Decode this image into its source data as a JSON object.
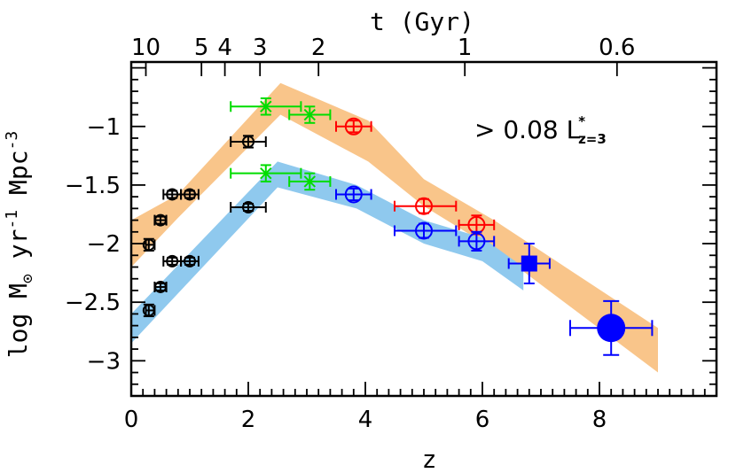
{
  "chart_data": {
    "type": "scatter",
    "xlabel": "z",
    "ylabel": "log M",
    "ylabel_parts": {
      "sym": "⊙",
      "a": " yr",
      "b": "-1",
      "c": " Mpc",
      "d": "-3"
    },
    "top_axis_title": "t (Gyr)",
    "xlim": [
      0,
      10
    ],
    "ylim": [
      -3.3,
      -0.45
    ],
    "x_ticks": [
      "0",
      "2",
      "4",
      "6",
      "8"
    ],
    "y_ticks": [
      "-1",
      "-1.5",
      "-2",
      "-2.5",
      "-3"
    ],
    "top_ticks": [
      {
        "label": "10",
        "z": 0.25
      },
      {
        "label": "5",
        "z": 1.2
      },
      {
        "label": "4",
        "z": 1.6
      },
      {
        "label": "3",
        "z": 2.2
      },
      {
        "label": "2",
        "z": 3.2
      },
      {
        "label": "1",
        "z": 5.7
      },
      {
        "label": "0.6",
        "z": 8.3
      }
    ],
    "annotation": {
      "prefix": "> 0.08 L",
      "sup": "*",
      "sub": "z=3"
    },
    "colors": {
      "orange_band": "#f9c58a",
      "blue_band": "#8fc9ee",
      "green": "#00dd00",
      "red": "#ff0000",
      "blue": "#0000ff",
      "black": "#000000",
      "blue_fill": "#0000ff"
    },
    "bands": [
      {
        "name": "upper",
        "color": "orange_band",
        "top": [
          [
            0,
            -1.8
          ],
          [
            0.8,
            -1.58
          ],
          [
            2.55,
            -0.63
          ],
          [
            4.05,
            -0.95
          ],
          [
            5,
            -1.45
          ],
          [
            6.2,
            -1.8
          ],
          [
            9,
            -2.72
          ]
        ],
        "bottom": [
          [
            0,
            -2.2
          ],
          [
            0.8,
            -1.78
          ],
          [
            2.55,
            -0.9
          ],
          [
            4.05,
            -1.3
          ],
          [
            5,
            -1.68
          ],
          [
            6.2,
            -2.05
          ],
          [
            9,
            -3.1
          ]
        ]
      },
      {
        "name": "lower",
        "color": "blue_band",
        "top": [
          [
            0,
            -2.6
          ],
          [
            2.5,
            -1.3
          ],
          [
            3.85,
            -1.5
          ],
          [
            5,
            -1.8
          ],
          [
            6,
            -1.95
          ],
          [
            6.7,
            -2.2
          ]
        ],
        "bottom": [
          [
            0,
            -2.85
          ],
          [
            2.5,
            -1.52
          ],
          [
            3.85,
            -1.7
          ],
          [
            5,
            -2.0
          ],
          [
            6,
            -2.15
          ],
          [
            6.7,
            -2.4
          ]
        ]
      }
    ],
    "series": [
      {
        "color": "black",
        "marker": "circle-cross",
        "size": 6,
        "points": [
          {
            "x": 0.3,
            "y": -2.01,
            "xerr": [
              0.05,
              0.1
            ],
            "yerr": [
              0.05,
              0.05
            ]
          },
          {
            "x": 0.5,
            "y": -1.8,
            "xerr": [
              0.1,
              0.1
            ],
            "yerr": [
              0.03,
              0.03
            ]
          },
          {
            "x": 0.7,
            "y": -1.58,
            "xerr": [
              0.15,
              0.15
            ],
            "yerr": [
              0.03,
              0.03
            ]
          },
          {
            "x": 1.0,
            "y": -1.58,
            "xerr": [
              0.15,
              0.15
            ],
            "yerr": [
              0.03,
              0.03
            ]
          },
          {
            "x": 2.0,
            "y": -1.13,
            "xerr": [
              0.3,
              0.3
            ],
            "yerr": [
              0.05,
              0.05
            ]
          },
          {
            "x": 0.3,
            "y": -2.57,
            "xerr": [
              0.05,
              0.1
            ],
            "yerr": [
              0.05,
              0.05
            ]
          },
          {
            "x": 0.5,
            "y": -2.37,
            "xerr": [
              0.1,
              0.1
            ],
            "yerr": [
              0.03,
              0.03
            ]
          },
          {
            "x": 0.7,
            "y": -2.15,
            "xerr": [
              0.15,
              0.15
            ],
            "yerr": [
              0.03,
              0.03
            ]
          },
          {
            "x": 1.0,
            "y": -2.15,
            "xerr": [
              0.15,
              0.15
            ],
            "yerr": [
              0.03,
              0.03
            ]
          },
          {
            "x": 2.0,
            "y": -1.69,
            "xerr": [
              0.3,
              0.3
            ],
            "yerr": [
              0.03,
              0.03
            ]
          }
        ]
      },
      {
        "color": "green",
        "marker": "star",
        "size": 6,
        "points": [
          {
            "x": 2.3,
            "y": -0.83,
            "xerr": [
              0.6,
              0.6
            ],
            "yerr": [
              0.07,
              0.07
            ]
          },
          {
            "x": 3.05,
            "y": -0.9,
            "xerr": [
              0.35,
              0.35
            ],
            "yerr": [
              0.07,
              0.07
            ]
          },
          {
            "x": 2.3,
            "y": -1.4,
            "xerr": [
              0.6,
              0.6
            ],
            "yerr": [
              0.07,
              0.07
            ]
          },
          {
            "x": 3.05,
            "y": -1.47,
            "xerr": [
              0.35,
              0.35
            ],
            "yerr": [
              0.07,
              0.07
            ]
          }
        ]
      },
      {
        "color": "red",
        "marker": "circle-cross",
        "size": 9,
        "points": [
          {
            "x": 3.8,
            "y": -1.0,
            "xerr": [
              0.3,
              0.3
            ],
            "yerr": [
              0.05,
              0.05
            ]
          },
          {
            "x": 5.0,
            "y": -1.68,
            "xerr": [
              0.5,
              0.55
            ],
            "yerr": [
              0.06,
              0.06
            ]
          },
          {
            "x": 5.9,
            "y": -1.84,
            "xerr": [
              0.3,
              0.3
            ],
            "yerr": [
              0.08,
              0.08
            ]
          }
        ]
      },
      {
        "color": "blue",
        "marker": "circle-cross",
        "size": 9,
        "points": [
          {
            "x": 3.8,
            "y": -1.58,
            "xerr": [
              0.3,
              0.3
            ],
            "yerr": [
              0.05,
              0.05
            ]
          },
          {
            "x": 5.0,
            "y": -1.89,
            "xerr": [
              0.5,
              0.55
            ],
            "yerr": [
              0.06,
              0.06
            ]
          },
          {
            "x": 5.9,
            "y": -1.98,
            "xerr": [
              0.3,
              0.3
            ],
            "yerr": [
              0.08,
              0.08
            ]
          }
        ]
      },
      {
        "color": "blue_fill",
        "marker": "filled-square",
        "size": 9,
        "points": [
          {
            "x": 6.8,
            "y": -2.17,
            "xerr": [
              0.35,
              0.35
            ],
            "yerr": [
              0.17,
              0.17
            ]
          }
        ]
      },
      {
        "color": "blue_fill",
        "marker": "filled-circle",
        "size": 16,
        "points": [
          {
            "x": 8.2,
            "y": -2.72,
            "xerr": [
              0.7,
              0.7
            ],
            "yerr": [
              0.23,
              0.23
            ]
          }
        ]
      }
    ]
  }
}
